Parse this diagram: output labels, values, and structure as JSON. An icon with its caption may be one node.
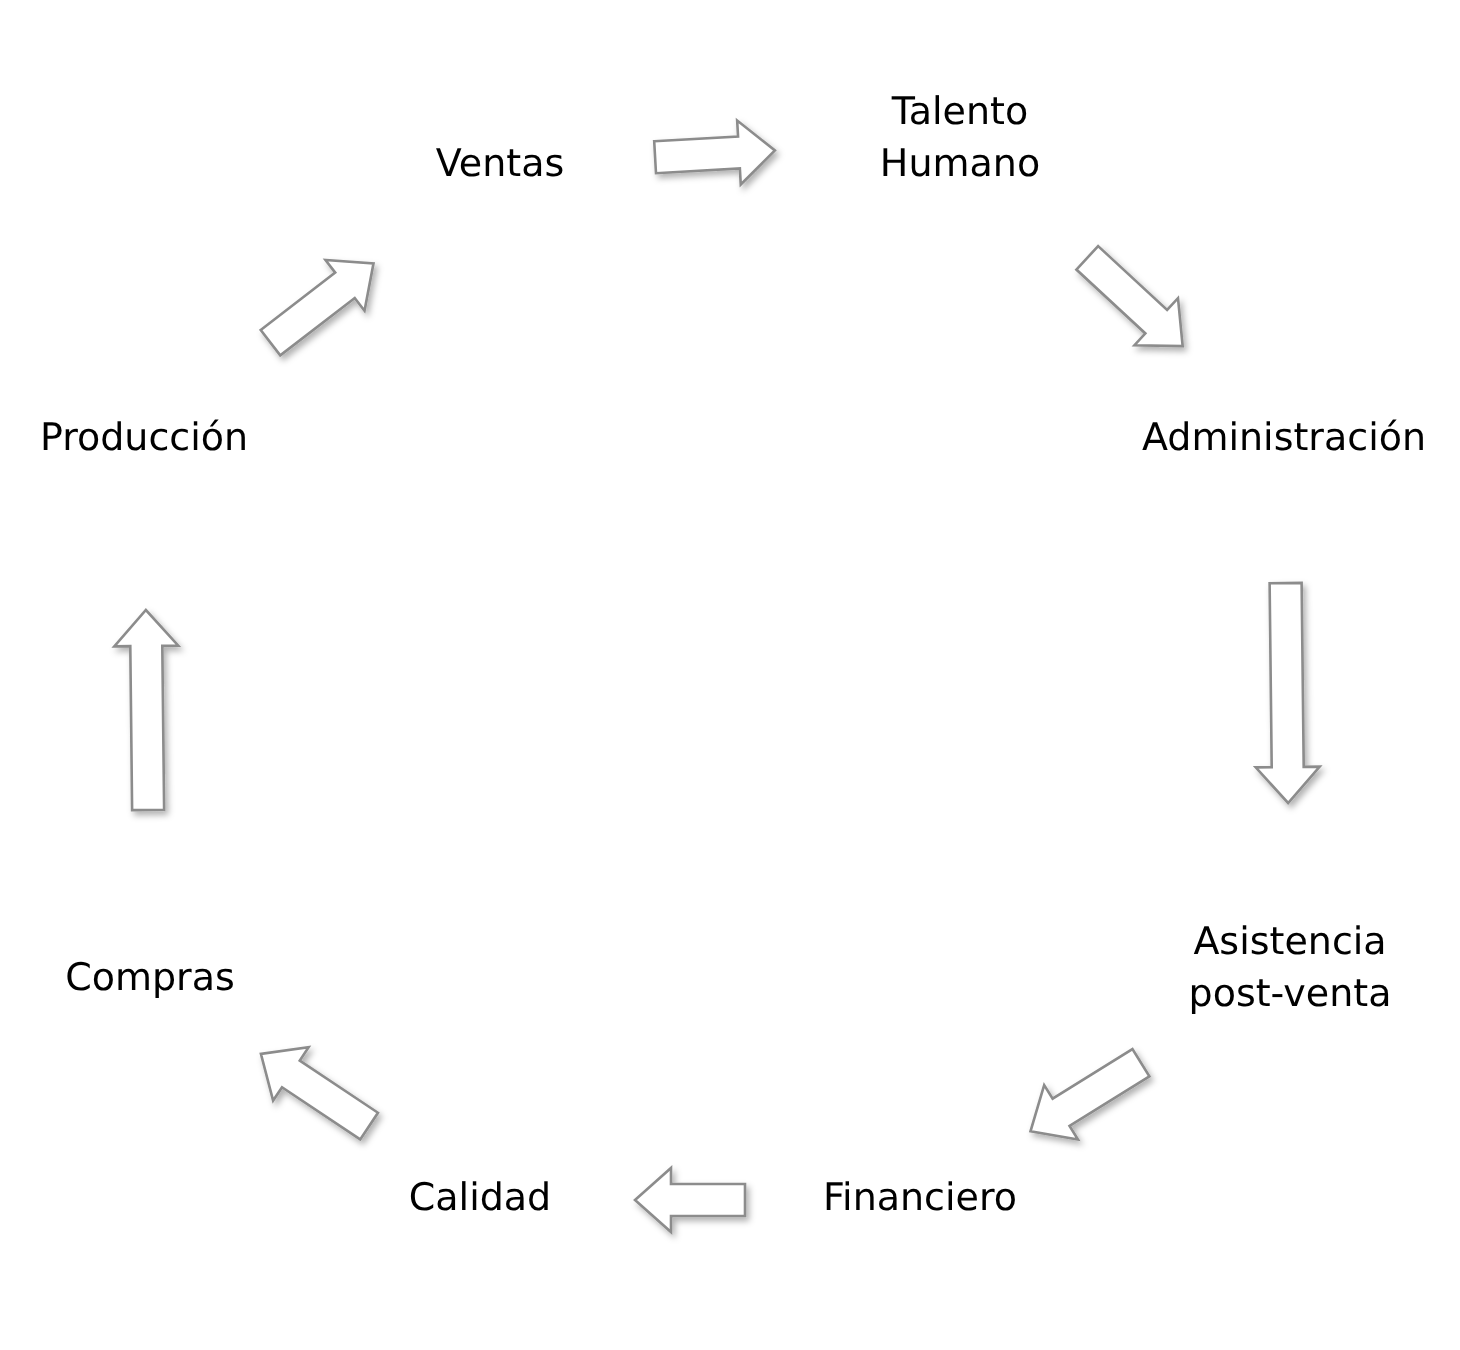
{
  "diagram": {
    "nodes": [
      {
        "text": [
          "Ventas"
        ]
      },
      {
        "text": [
          "Talento Humano"
        ]
      },
      {
        "text": [
          "Administración"
        ]
      },
      {
        "text": [
          "Asistencia post-venta"
        ]
      },
      {
        "text": [
          "Financiero"
        ]
      },
      {
        "text": [
          "Calidad"
        ]
      },
      {
        "text": [
          "Compras"
        ]
      },
      {
        "text": [
          "Producción"
        ]
      }
    ],
    "edges": [
      {
        "from": 0,
        "to": 1,
        "arrow": "to"
      },
      {
        "from": 1,
        "to": 2,
        "arrow": "to"
      },
      {
        "from": 2,
        "to": 3,
        "arrow": "to"
      },
      {
        "from": 3,
        "to": 4,
        "arrow": "to"
      },
      {
        "from": 4,
        "to": 5,
        "arrow": "to"
      },
      {
        "from": 5,
        "to": 6,
        "arrow": "to"
      },
      {
        "from": 6,
        "to": 7,
        "arrow": "to"
      },
      {
        "from": 7,
        "to": 0,
        "arrow": "to"
      }
    ]
  }
}
